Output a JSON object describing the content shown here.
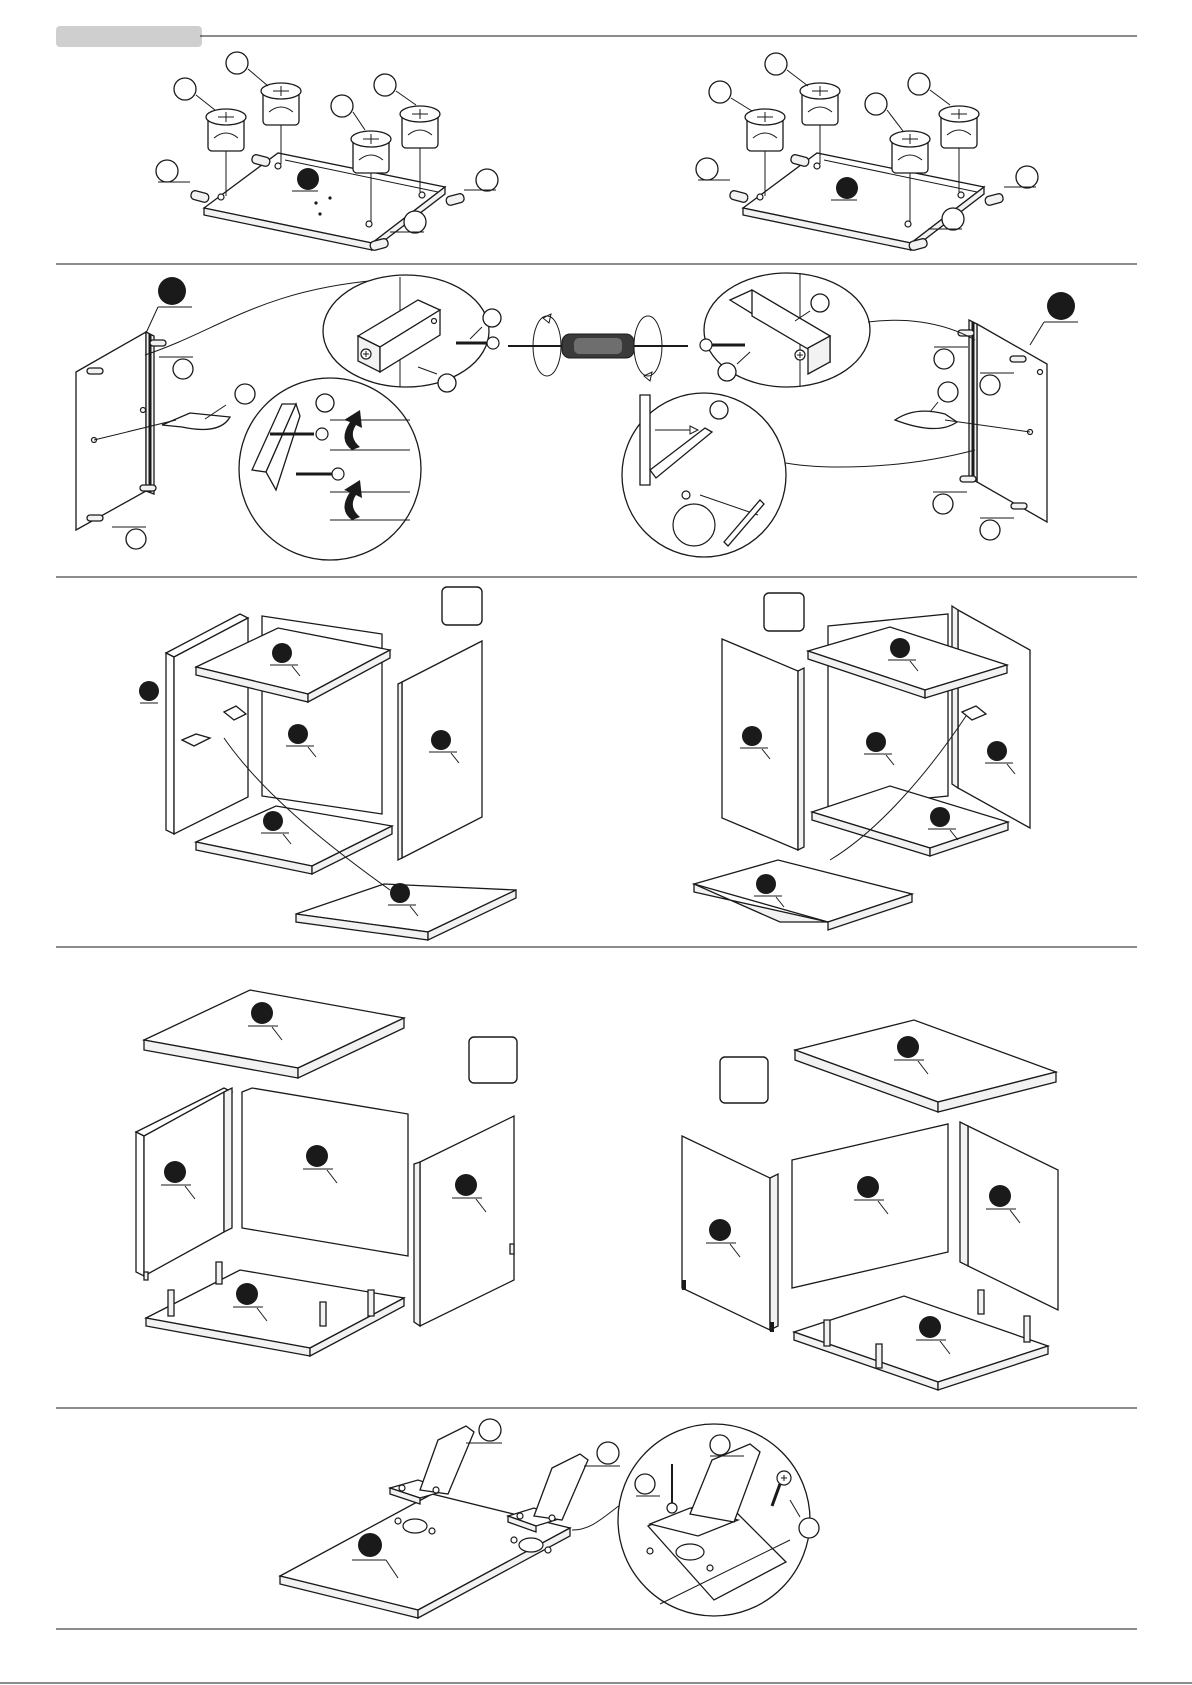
{
  "page": {
    "background": "#ffffff",
    "line_color": "#1a1a1a",
    "header_tab_color": "#cfcfcf"
  },
  "sections": [
    {
      "id": "step-cam-locks-bottom-panel",
      "description_icons": [
        "cam-lock-icon",
        "dowel-icon",
        "panel-icon"
      ]
    },
    {
      "id": "step-side-panels-runners-supports",
      "description_icons": [
        "screwdriver-icon",
        "screw-icon",
        "drawer-runner-icon",
        "shelf-support-icon"
      ]
    },
    {
      "id": "step-carcass-assembly-a",
      "description_icons": [
        "panel-icon"
      ]
    },
    {
      "id": "step-carcass-assembly-b",
      "description_icons": [
        "panel-icon"
      ]
    },
    {
      "id": "step-hinge-mounting",
      "description_icons": [
        "hinge-icon",
        "screw-icon"
      ]
    }
  ]
}
